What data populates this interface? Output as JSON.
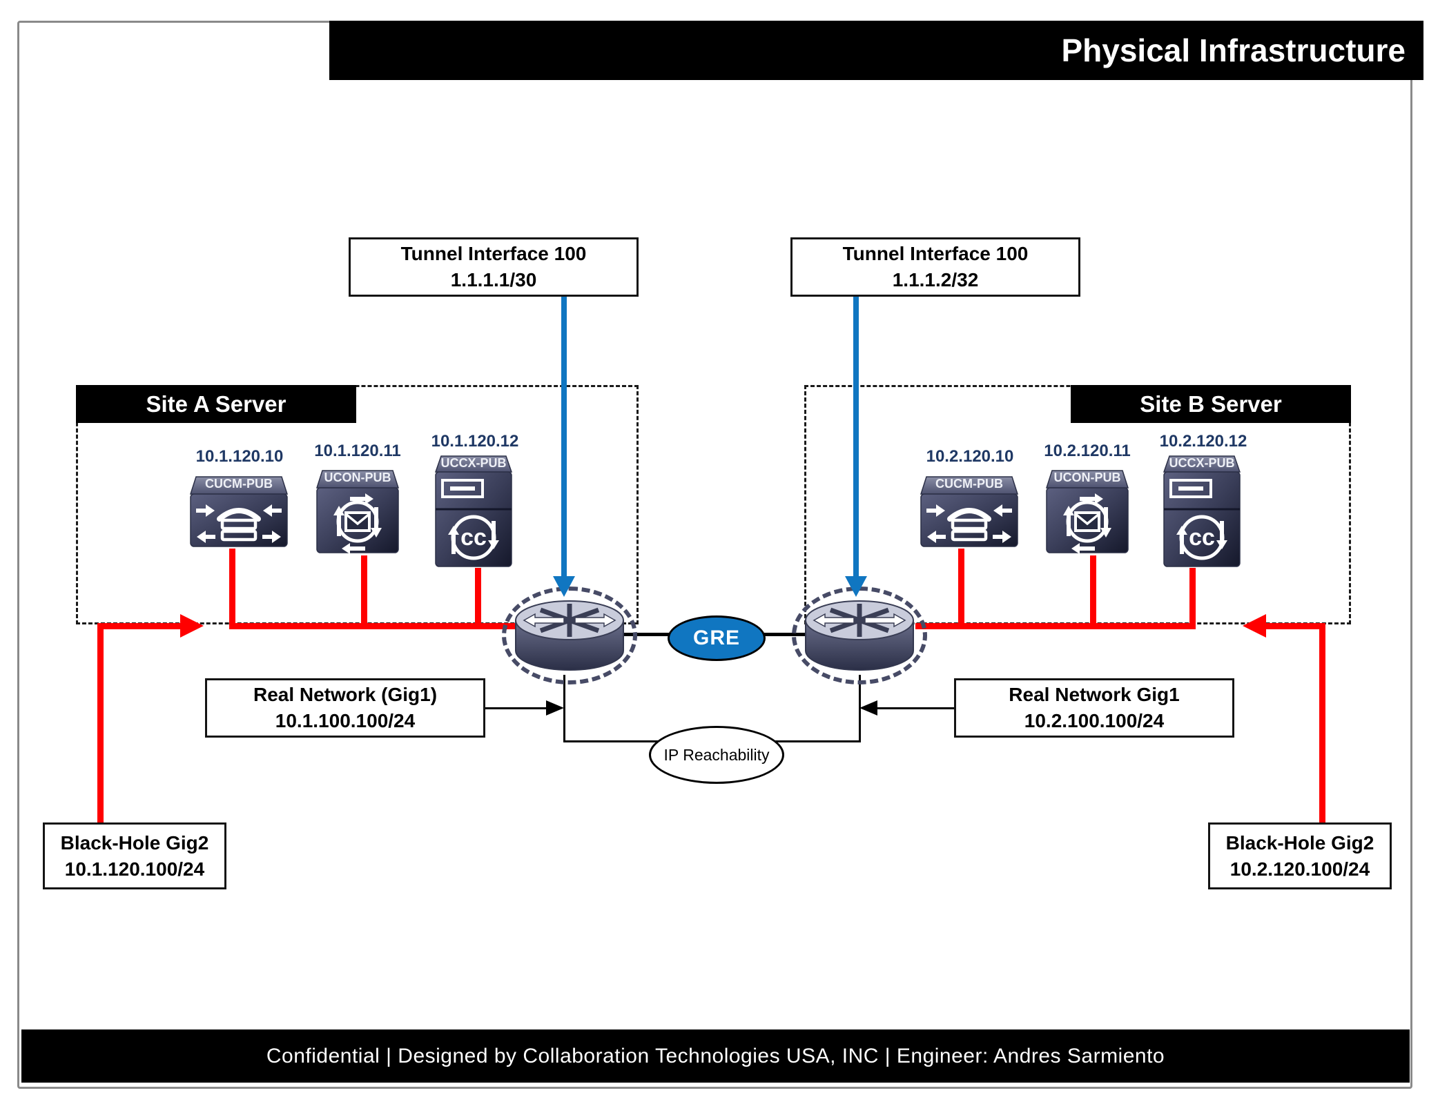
{
  "title": "Physical Infrastructure",
  "footer": "Confidential | Designed by Collaboration Technologies USA, INC | Engineer: Andres Sarmiento",
  "colors": {
    "red": "#FF0000",
    "blue": "#1076C1",
    "navy_ip_text": "#1F3864",
    "router_body": "#3A3E55",
    "gre_fill": "#1076C1"
  },
  "tunnel_left": {
    "line1": "Tunnel Interface 100",
    "line2": "1.1.1.1/30"
  },
  "tunnel_right": {
    "line1": "Tunnel Interface 100",
    "line2": "1.1.1.2/32"
  },
  "links": {
    "gre": "GRE",
    "ip_reachability": "IP Reachability"
  },
  "sites": {
    "a": {
      "label": "Site A Server",
      "servers": [
        {
          "name": "CUCM-PUB",
          "ip": "10.1.120.10"
        },
        {
          "name": "UCON-PUB",
          "ip": "10.1.120.11"
        },
        {
          "name": "UCCX-PUB",
          "ip": "10.1.120.12"
        }
      ],
      "real_network": {
        "line1": "Real Network (Gig1)",
        "line2": "10.1.100.100/24"
      },
      "black_hole": {
        "line1": "Black-Hole Gig2",
        "line2": "10.1.120.100/24"
      }
    },
    "b": {
      "label": "Site B Server",
      "servers": [
        {
          "name": "CUCM-PUB",
          "ip": "10.2.120.10"
        },
        {
          "name": "UCON-PUB",
          "ip": "10.2.120.11"
        },
        {
          "name": "UCCX-PUB",
          "ip": "10.2.120.12"
        }
      ],
      "real_network": {
        "line1": "Real Network Gig1",
        "line2": "10.2.100.100/24"
      },
      "black_hole": {
        "line1": "Black-Hole Gig2",
        "line2": "10.2.120.100/24"
      }
    }
  },
  "icons": {
    "uccx_cc": "cc"
  }
}
